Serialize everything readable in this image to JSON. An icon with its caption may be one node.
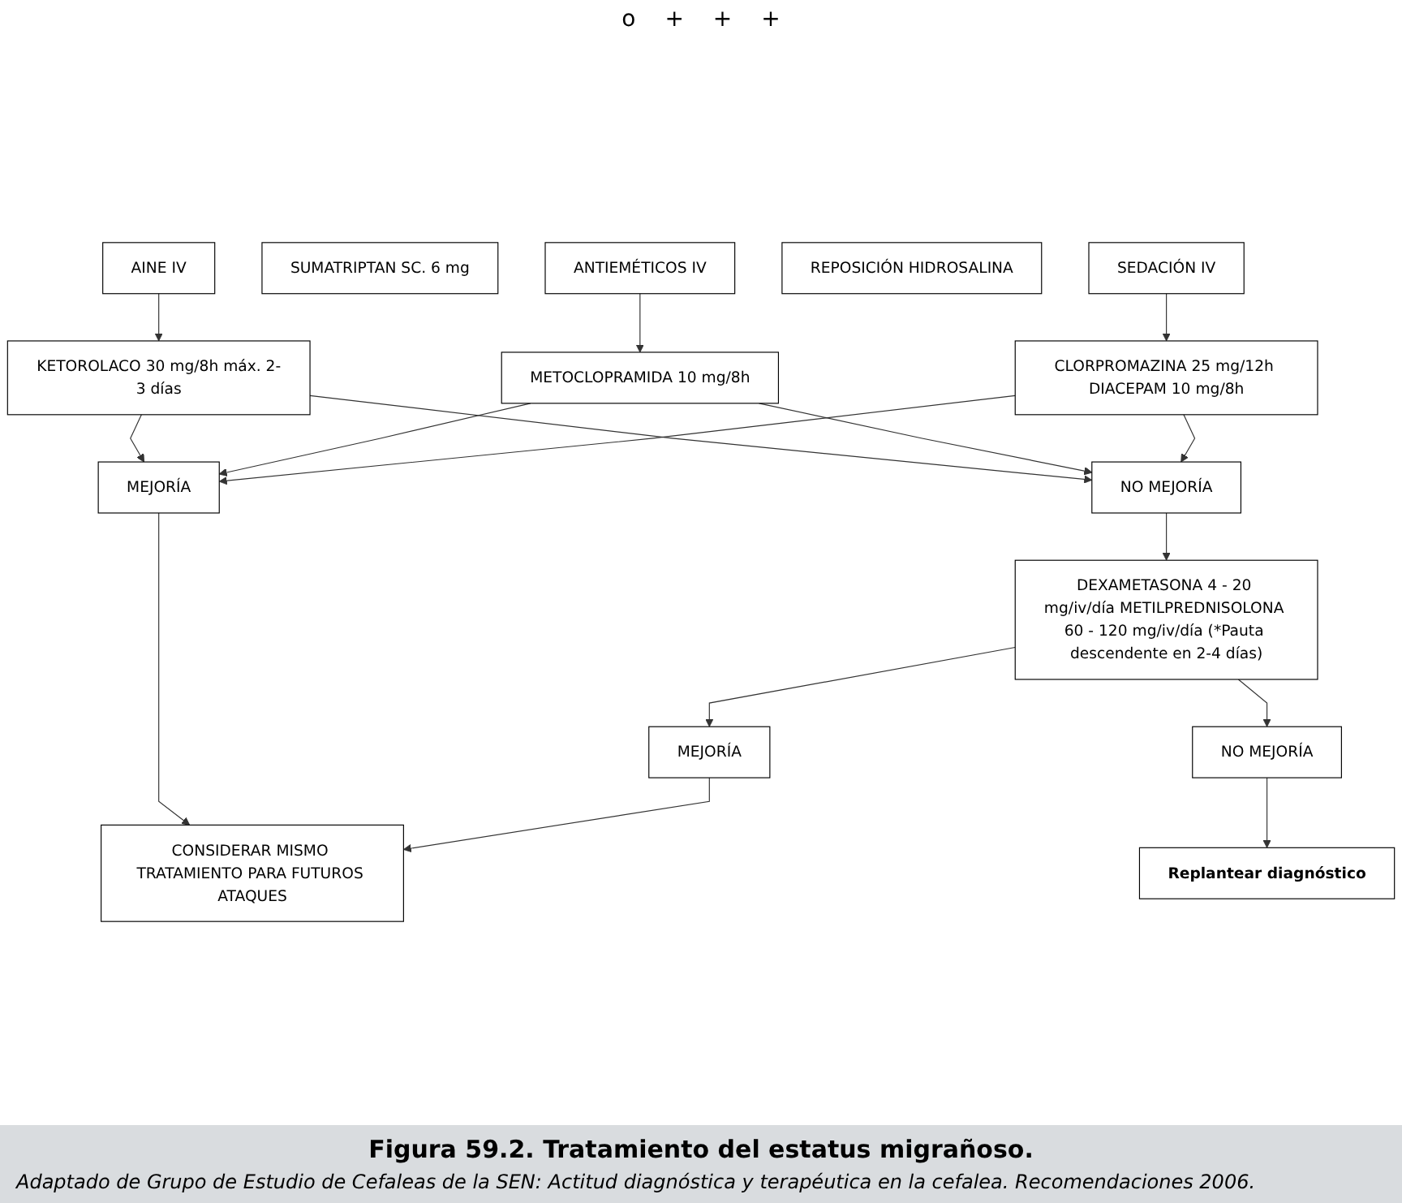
{
  "diagram": {
    "caption": "Figura 59.2. Tratamiento del estatus migrañoso.",
    "nodes": [
      {
        "text": [
          "AINE IV"
        ]
      },
      {
        "text": [
          "SUMATRIPTAN SC. 6 mg"
        ]
      },
      {
        "text": [
          "ANTIEMÉTICOS IV"
        ]
      },
      {
        "text": [
          "REPOSICIÓN HIDROSALINA"
        ]
      },
      {
        "text": [
          "SEDACIÓN IV"
        ]
      },
      {
        "text": [
          "KETOROLACO 30 mg/8h máx. 2-3 días"
        ]
      },
      {
        "text": [
          "METOCLOPRAMIDA 10 mg/8h"
        ]
      },
      {
        "text": [
          "CLORPROMAZINA 25 mg/12h DIACEPAM 10 mg/8h"
        ]
      },
      {
        "text": [
          "MEJORÍA"
        ]
      },
      {
        "text": [
          "NO MEJORÍA"
        ]
      },
      {
        "text": [
          "CONSIDERAR MISMO TRATAMIENTO PARA FUTUROS ATAQUES"
        ]
      },
      {
        "text": [
          "DEXAMETASONA 4 - 20 mg/iv/día METILPREDNISOLONA 60 - 120 mg/iv/día (*Pauta descendente en 2-4 días)"
        ]
      },
      {
        "text": [
          "MEJORÍA"
        ]
      },
      {
        "text": [
          "NO MEJORÍA"
        ]
      },
      {
        "text": [
          "Replantear diagnóstico"
        ]
      }
    ],
    "edges": [
      {
        "from": 0,
        "to": 5,
        "arrow": "to"
      },
      {
        "from": 2,
        "to": 6,
        "arrow": "to"
      },
      {
        "from": 4,
        "to": 7,
        "arrow": "to"
      },
      {
        "from": 5,
        "to": 8,
        "arrow": "to"
      },
      {
        "from": 6,
        "to": 8,
        "arrow": "to"
      },
      {
        "from": 7,
        "to": 8,
        "arrow": "to"
      },
      {
        "from": 5,
        "to": 9,
        "arrow": "to"
      },
      {
        "from": 6,
        "to": 9,
        "arrow": "to"
      },
      {
        "from": 7,
        "to": 9,
        "arrow": "to"
      },
      {
        "from": 8,
        "to": 10,
        "arrow": "to"
      },
      {
        "from": 9,
        "to": 11,
        "arrow": "to"
      },
      {
        "from": 11,
        "to": 12,
        "arrow": "to"
      },
      {
        "from": 11,
        "to": 13,
        "arrow": "to"
      },
      {
        "from": 12,
        "to": 10,
        "arrow": "to"
      },
      {
        "from": 13,
        "to": 14,
        "arrow": "to"
      }
    ],
    "labels": [
      "o",
      "+",
      "+",
      "+",
      "Adaptado de Grupo de Estudio de Cefaleas de la SEN: Actitud diagnóstica y terapéutica en la cefalea. Recomendaciones 2006."
    ]
  }
}
